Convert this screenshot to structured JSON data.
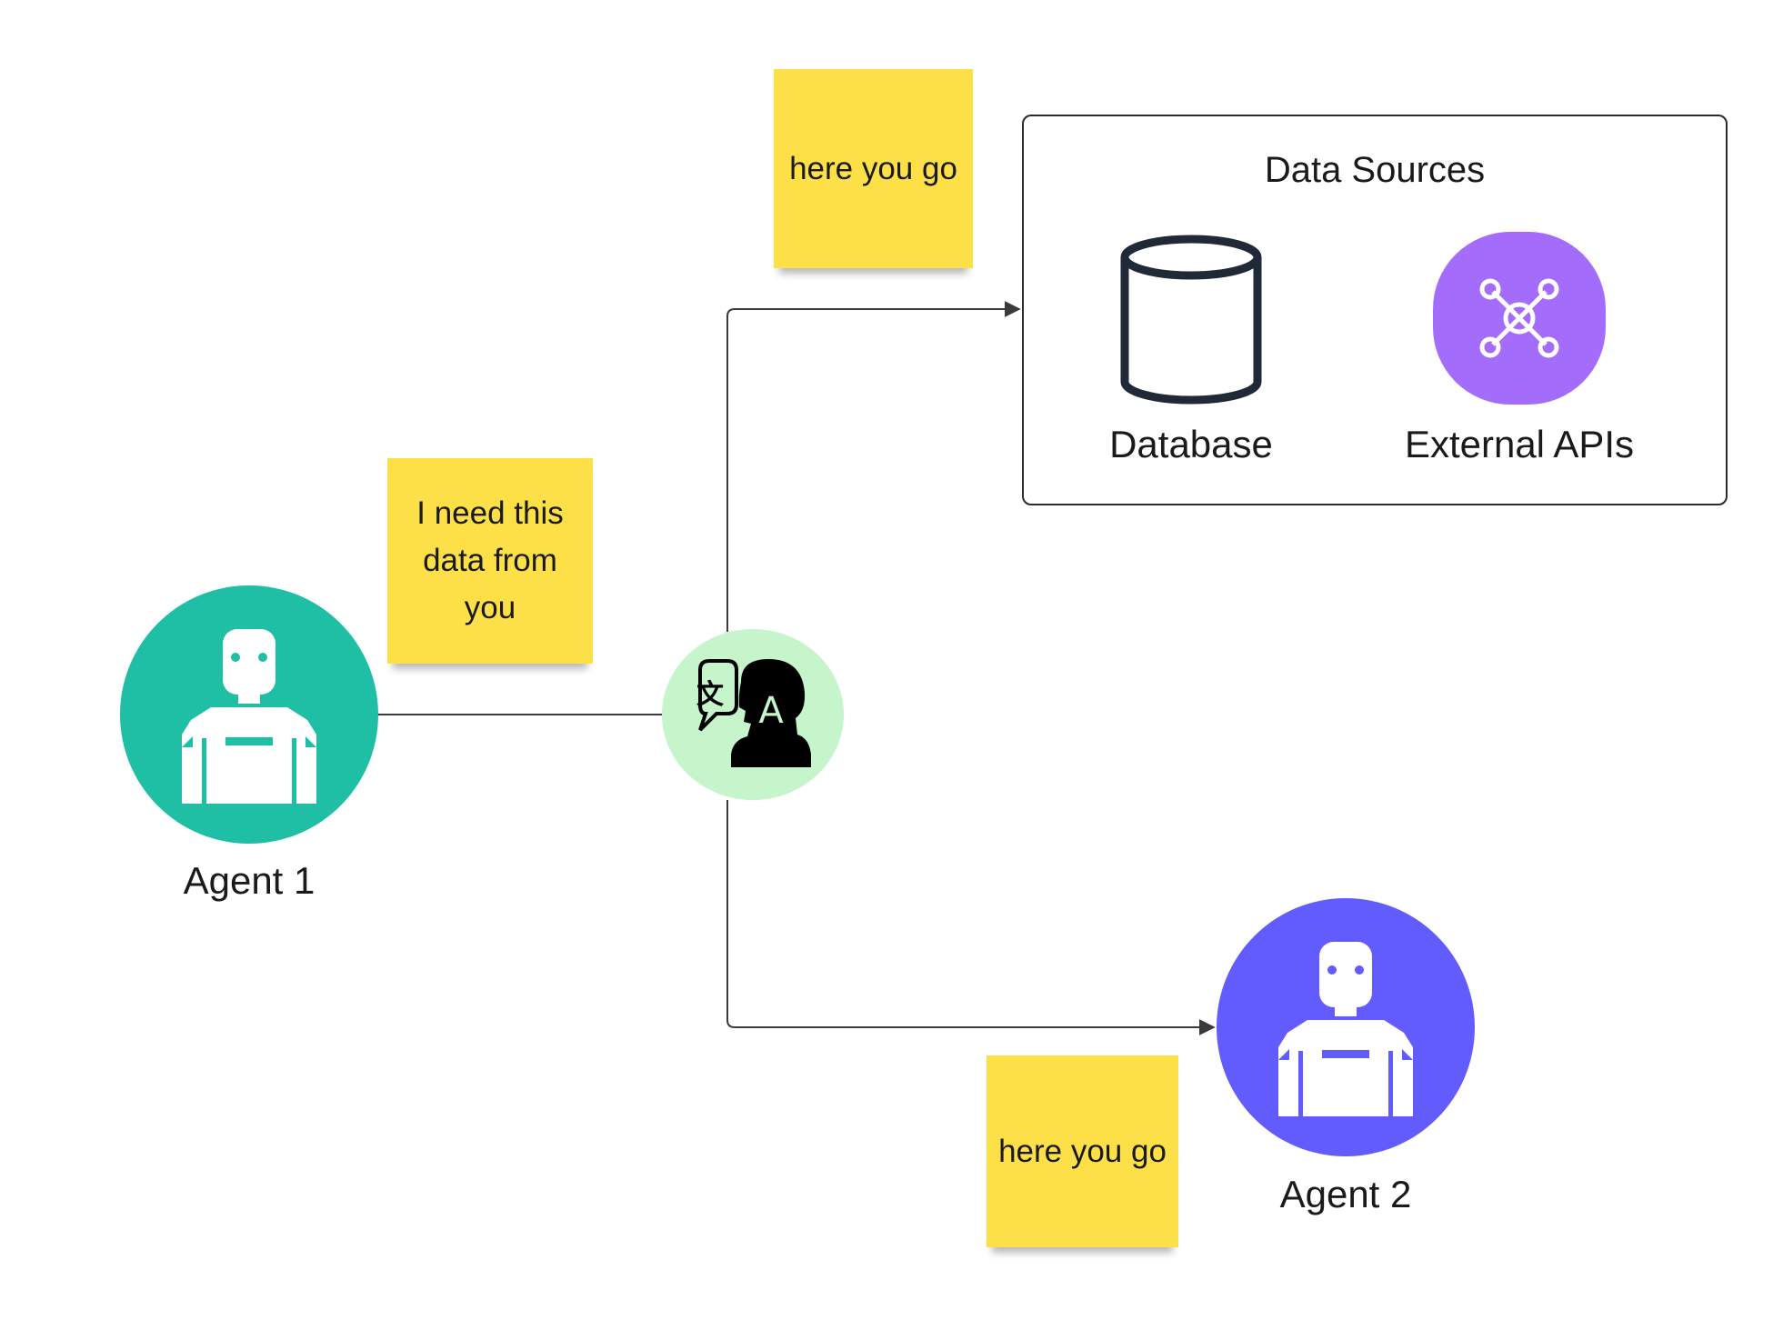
{
  "nodes": {
    "agent1": {
      "label": "Agent 1",
      "color": "#1ebfa5"
    },
    "agent2": {
      "label": "Agent 2",
      "color": "#625cff"
    },
    "translator": {
      "color": "#c6f5cc",
      "icon": "translate-person-icon"
    },
    "data_sources": {
      "title": "Data Sources",
      "database": {
        "label": "Database",
        "icon": "database-cylinder-icon"
      },
      "external_apis": {
        "label": "External APIs",
        "icon": "network-hub-icon",
        "color": "#a46cfb"
      }
    }
  },
  "notes": {
    "request": "I need this data from you",
    "reply_top": "here you go",
    "reply_bottom": "here you go"
  },
  "colors": {
    "sticky": "#fde047",
    "connector": "#3a3a3a"
  }
}
